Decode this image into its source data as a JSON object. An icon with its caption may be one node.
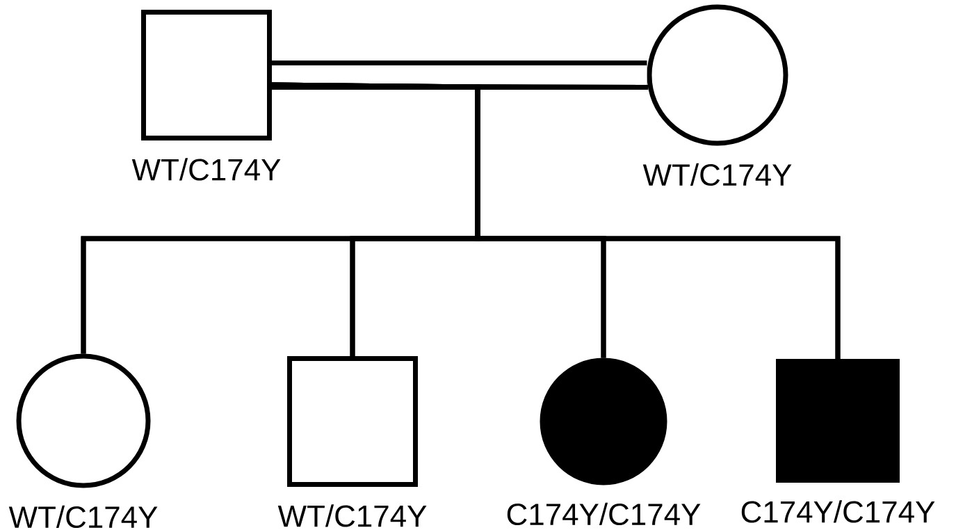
{
  "diagram": {
    "nodes": [
      {
        "text": [],
        "shape": "box",
        "beside": [
          "WT/C174Y"
        ]
      },
      {
        "text": [],
        "shape": "circle",
        "beside": [
          "WT/C174Y"
        ]
      },
      {
        "text": [],
        "shape": "circle",
        "beside": [
          "WT/C174Y"
        ]
      },
      {
        "text": [],
        "shape": "box",
        "beside": [
          "WT/C174Y"
        ]
      },
      {
        "text": [],
        "shape": "circle",
        "beside": [
          "C174Y/C174Y"
        ]
      },
      {
        "text": [],
        "shape": "box",
        "beside": [
          "C174Y/C174Y"
        ]
      }
    ],
    "edges": [
      {
        "from": 0,
        "to": 1,
        "arrow": "none",
        "style": "thick"
      },
      {
        "from": 0,
        "to": 2,
        "arrow": "none"
      },
      {
        "from": 0,
        "to": 3,
        "arrow": "none"
      },
      {
        "from": 0,
        "to": 4,
        "arrow": "none"
      },
      {
        "from": 0,
        "to": 5,
        "arrow": "none"
      },
      {
        "from": 1,
        "to": 2,
        "arrow": "none"
      },
      {
        "from": 1,
        "to": 3,
        "arrow": "none"
      },
      {
        "from": 1,
        "to": 4,
        "arrow": "none"
      },
      {
        "from": 1,
        "to": 5,
        "arrow": "none"
      }
    ]
  }
}
